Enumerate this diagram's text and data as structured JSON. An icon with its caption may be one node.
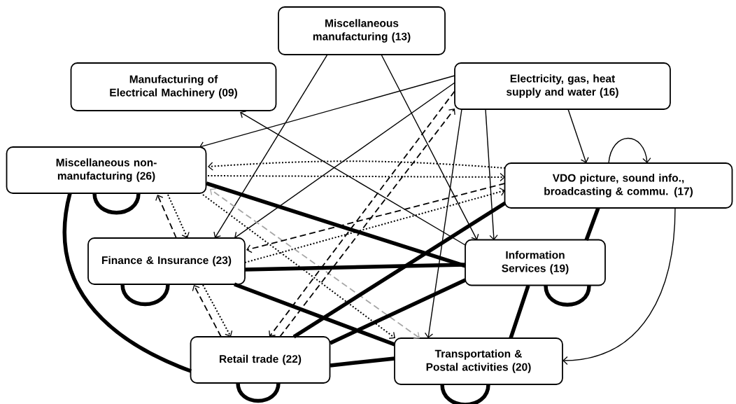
{
  "diagram": {
    "nodes": [
      {
        "text": [
          "Miscellaneous manufacturing (13)"
        ]
      },
      {
        "text": [
          "Manufacturing of Electrical Machinery (09)"
        ]
      },
      {
        "text": [
          "Electricity, gas, heat supply and water (16)"
        ]
      },
      {
        "text": [
          "Miscellaneous non- manufacturing (26)"
        ]
      },
      {
        "text": [
          "VDO picture, sound info., broadcasting & commu. (17)"
        ]
      },
      {
        "text": [
          "Finance & Insurance (23)"
        ]
      },
      {
        "text": [
          "Information Services (19)"
        ]
      },
      {
        "text": [
          "Retail trade (22)"
        ]
      },
      {
        "text": [
          "Transportation & Postal activities (20)"
        ]
      }
    ],
    "edges": [
      {
        "from": 0,
        "to": 5,
        "arrow": "to"
      },
      {
        "from": 0,
        "to": 6,
        "arrow": "to"
      },
      {
        "from": 2,
        "to": 3,
        "arrow": "to"
      },
      {
        "from": 2,
        "to": 5,
        "arrow": "to"
      },
      {
        "from": 2,
        "to": 6,
        "arrow": "to"
      },
      {
        "from": 2,
        "to": 8,
        "arrow": "to"
      },
      {
        "from": 2,
        "to": 4,
        "arrow": "to"
      },
      {
        "from": 4,
        "to": 4,
        "arrow": "to"
      },
      {
        "from": 4,
        "to": 8,
        "arrow": "to"
      },
      {
        "from": 6,
        "to": 1,
        "arrow": "to"
      },
      {
        "from": 4,
        "to": 3,
        "arrow": "to",
        "style": "dashed"
      },
      {
        "from": 3,
        "to": 4,
        "arrow": "to",
        "style": "dashed"
      },
      {
        "from": 5,
        "to": 4,
        "arrow": "to",
        "style": "dashed"
      },
      {
        "from": 3,
        "to": 5,
        "arrow": "to",
        "style": "dashed"
      },
      {
        "from": 5,
        "to": 3,
        "arrow": "to",
        "style": "dashed"
      },
      {
        "from": 7,
        "to": 5,
        "arrow": "to",
        "style": "dashed"
      },
      {
        "from": 5,
        "to": 7,
        "arrow": "to",
        "style": "dashed"
      },
      {
        "from": 3,
        "to": 8,
        "arrow": "to",
        "style": "dashed"
      },
      {
        "from": 8,
        "to": 3,
        "arrow": "both",
        "style": "dashed",
        "color": "#a6a6a6"
      },
      {
        "from": 4,
        "to": 5,
        "arrow": "to",
        "style": "dashed"
      },
      {
        "from": 7,
        "to": 2,
        "arrow": "to",
        "style": "dashed"
      },
      {
        "from": 2,
        "to": 7,
        "arrow": "to",
        "style": "dashed"
      },
      {
        "from": 3,
        "to": 6,
        "arrow": "none",
        "style": "thick"
      },
      {
        "from": 5,
        "to": 6,
        "arrow": "none",
        "style": "thick"
      },
      {
        "from": 5,
        "to": 8,
        "arrow": "none",
        "style": "thick"
      },
      {
        "from": 7,
        "to": 4,
        "arrow": "none",
        "style": "thick"
      },
      {
        "from": 7,
        "to": 6,
        "arrow": "none",
        "style": "thick"
      },
      {
        "from": 7,
        "to": 8,
        "arrow": "none",
        "style": "thick"
      },
      {
        "from": 3,
        "to": 7,
        "arrow": "none",
        "style": "thick"
      },
      {
        "from": 4,
        "to": 6,
        "arrow": "none",
        "style": "thick"
      },
      {
        "from": 6,
        "to": 8,
        "arrow": "none",
        "style": "thick"
      },
      {
        "from": 3,
        "to": 3,
        "arrow": "none",
        "style": "thick"
      },
      {
        "from": 5,
        "to": 5,
        "arrow": "none",
        "style": "thick"
      },
      {
        "from": 6,
        "to": 6,
        "arrow": "none",
        "style": "thick"
      },
      {
        "from": 7,
        "to": 7,
        "arrow": "none",
        "style": "thick"
      },
      {
        "from": 8,
        "to": 8,
        "arrow": "none",
        "style": "thick"
      }
    ]
  }
}
